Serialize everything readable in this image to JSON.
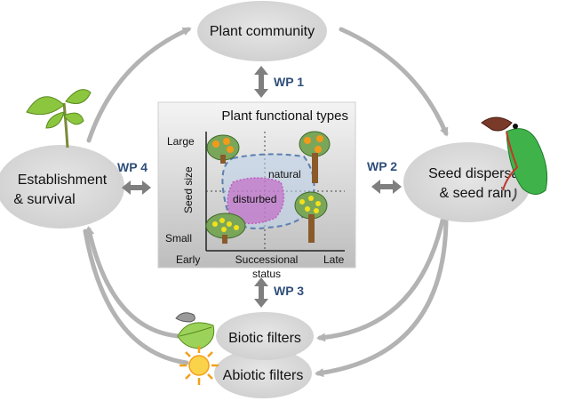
{
  "nodes": {
    "plant_community": "Plant community",
    "seed_dispersal_line1": "Seed dispersal",
    "seed_dispersal_line2": "& seed rain",
    "establishment_line1": "Establishment",
    "establishment_line2": "& survival",
    "biotic_filters": "Biotic filters",
    "abiotic_filters": "Abiotic filters"
  },
  "work_packages": {
    "wp1": "WP 1",
    "wp2": "WP 2",
    "wp3": "WP 3",
    "wp4": "WP 4"
  },
  "pft_panel": {
    "title": "Plant functional types",
    "y_axis_label": "Seed size",
    "y_top": "Large",
    "y_bottom": "Small",
    "x_left": "Early",
    "x_center_line1": "Successional",
    "x_center_line2": "status",
    "x_right": "Late",
    "region_natural": "natural",
    "region_disturbed": "disturbed"
  },
  "colors": {
    "node_fill": "#d9d9d9",
    "cycle_arrow": "#b3b3b3",
    "wp_text": "#2f4f7a",
    "natural_outline": "#5b7fb0",
    "disturbed_fill": "#c25bc2"
  },
  "icons": [
    "seedling-icon",
    "bird-icon",
    "caterpillar-leaf-icon",
    "sun-icon",
    "tree-icon"
  ]
}
